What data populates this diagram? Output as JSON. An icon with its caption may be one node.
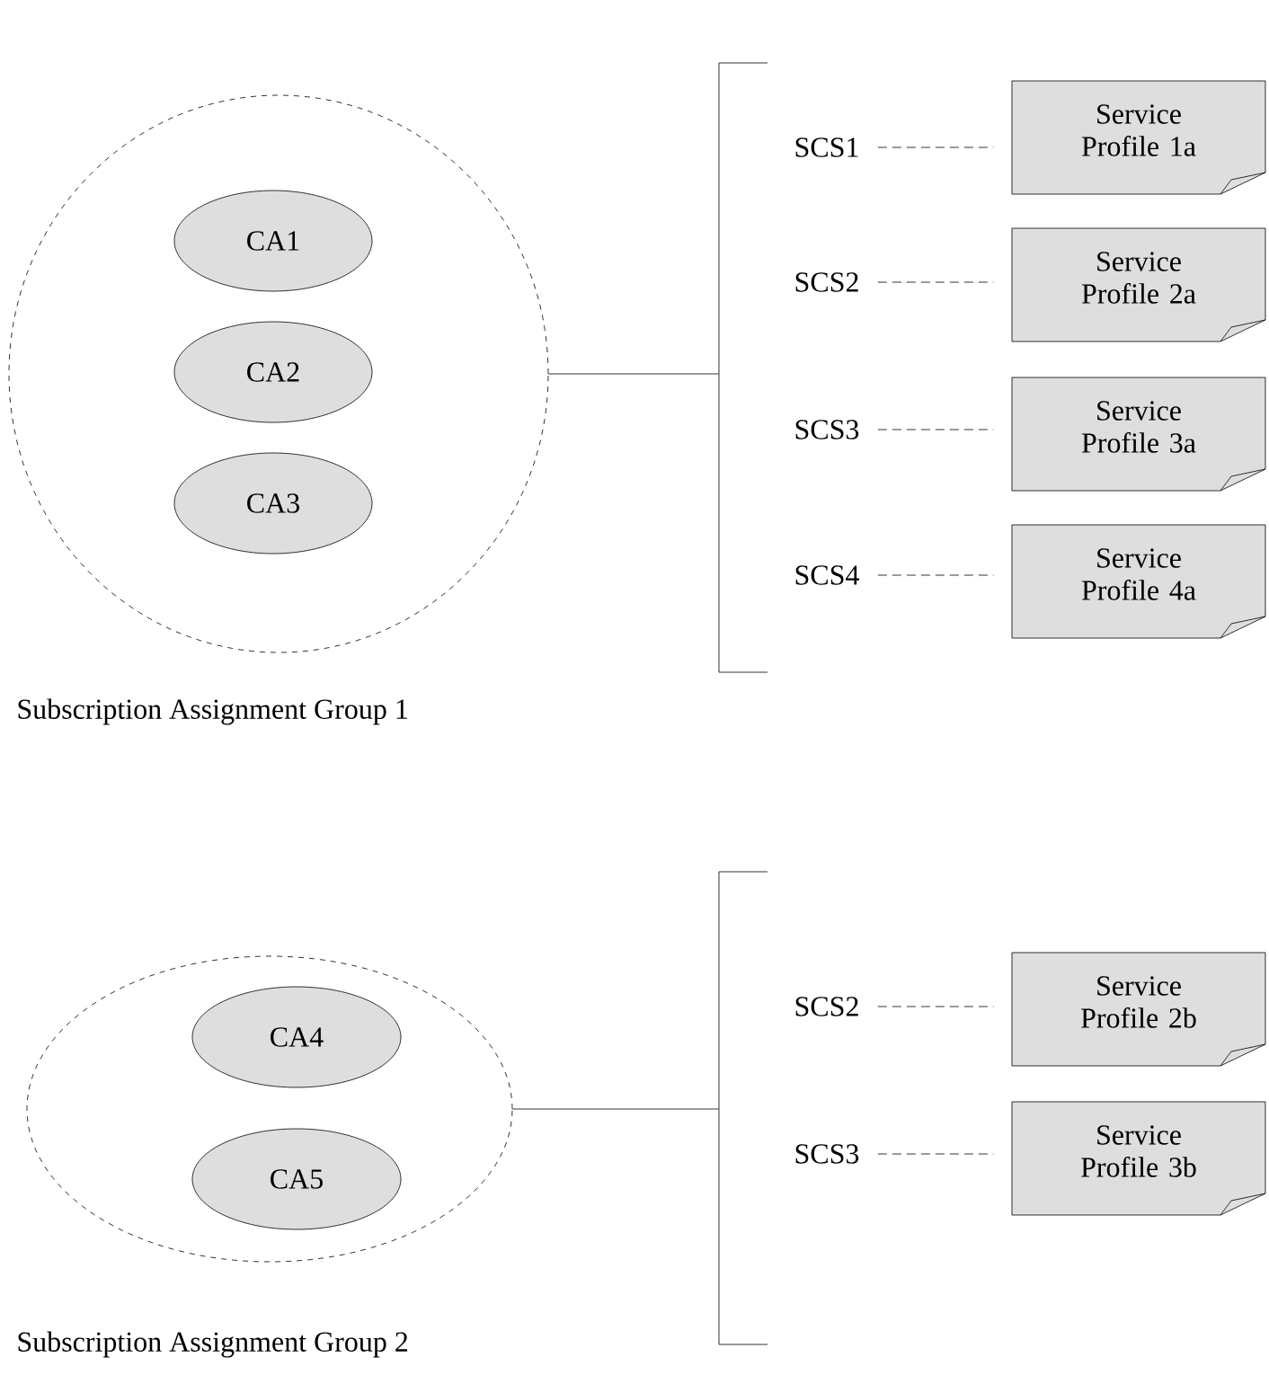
{
  "diagram": {
    "nodes": [
      {
        "text": [
          "Subscription Assignment Group 1"
        ]
      },
      {
        "text": [
          "CA1"
        ],
        "in": 0
      },
      {
        "text": [
          "CA2"
        ],
        "in": 0
      },
      {
        "text": [
          "CA3"
        ],
        "in": 0
      },
      {
        "text": [],
        "shape": "bracket"
      },
      {
        "text": [
          "SCS1"
        ]
      },
      {
        "text": [
          "Service Profile 1a"
        ]
      },
      {
        "text": [
          "SCS2"
        ]
      },
      {
        "text": [
          "Service Profile 2a"
        ]
      },
      {
        "text": [
          "SCS3"
        ]
      },
      {
        "text": [
          "Service Profile 3a"
        ]
      },
      {
        "text": [
          "SCS4"
        ]
      },
      {
        "text": [
          "Service Profile 4a"
        ]
      },
      {
        "text": [
          "Subscription Assignment Group 2"
        ]
      },
      {
        "text": [
          "CA4"
        ],
        "in": 13
      },
      {
        "text": [
          "CA5"
        ],
        "in": 13
      },
      {
        "text": [],
        "shape": "bracket"
      },
      {
        "text": [
          "SCS2"
        ]
      },
      {
        "text": [
          "Service Profile 2b"
        ]
      },
      {
        "text": [
          "SCS3"
        ]
      },
      {
        "text": [
          "Service Profile 3b"
        ]
      }
    ],
    "edges": [
      {
        "from": 0,
        "to": 4,
        "arrow": "none"
      },
      {
        "from": 5,
        "to": 6,
        "arrow": "none",
        "style": "dashed"
      },
      {
        "from": 7,
        "to": 8,
        "arrow": "none",
        "style": "dashed"
      },
      {
        "from": 9,
        "to": 10,
        "arrow": "none",
        "style": "dashed"
      },
      {
        "from": 11,
        "to": 12,
        "arrow": "none",
        "style": "dashed"
      },
      {
        "from": 13,
        "to": 16,
        "arrow": "none"
      },
      {
        "from": 17,
        "to": 18,
        "arrow": "none",
        "style": "dashed"
      },
      {
        "from": 19,
        "to": 20,
        "arrow": "none",
        "style": "dashed"
      }
    ]
  }
}
